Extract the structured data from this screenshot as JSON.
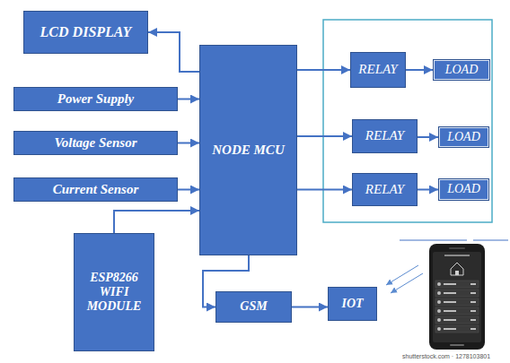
{
  "diagram": {
    "nodes": [
      {
        "text": [
          "LCD DISPLAY"
        ]
      },
      {
        "text": [
          "Power Supply"
        ]
      },
      {
        "text": [
          "Voltage Sensor"
        ]
      },
      {
        "text": [
          "Current Sensor"
        ]
      },
      {
        "text": [
          "NODE MCU"
        ]
      },
      {
        "text": [
          "RELAY"
        ]
      },
      {
        "text": [
          "LOAD"
        ]
      },
      {
        "text": [
          "RELAY"
        ]
      },
      {
        "text": [
          "LOAD"
        ]
      },
      {
        "text": [
          "RELAY"
        ]
      },
      {
        "text": [
          "LOAD"
        ]
      },
      {
        "text": [
          "ESP8266 WIFI MODULE"
        ]
      },
      {
        "text": [
          "GSM"
        ]
      },
      {
        "text": [
          "IOT"
        ]
      }
    ],
    "edges": [
      {
        "from": 4,
        "to": 0,
        "arrow": "to"
      },
      {
        "from": 1,
        "to": 4,
        "arrow": "to"
      },
      {
        "from": 2,
        "to": 4,
        "arrow": "to"
      },
      {
        "from": 3,
        "to": 4,
        "arrow": "to"
      },
      {
        "from": 4,
        "to": 5,
        "arrow": "to"
      },
      {
        "from": 5,
        "to": 6,
        "arrow": "to"
      },
      {
        "from": 4,
        "to": 7,
        "arrow": "to"
      },
      {
        "from": 7,
        "to": 8,
        "arrow": "to"
      },
      {
        "from": 4,
        "to": 9,
        "arrow": "to"
      },
      {
        "from": 9,
        "to": 10,
        "arrow": "to"
      },
      {
        "from": 11,
        "to": 4,
        "arrow": "to"
      },
      {
        "from": 4,
        "to": 12,
        "arrow": "to"
      },
      {
        "from": 12,
        "to": 13,
        "arrow": "to"
      }
    ],
    "labels": [
      "shutterstock.com · 1278103801"
    ]
  }
}
